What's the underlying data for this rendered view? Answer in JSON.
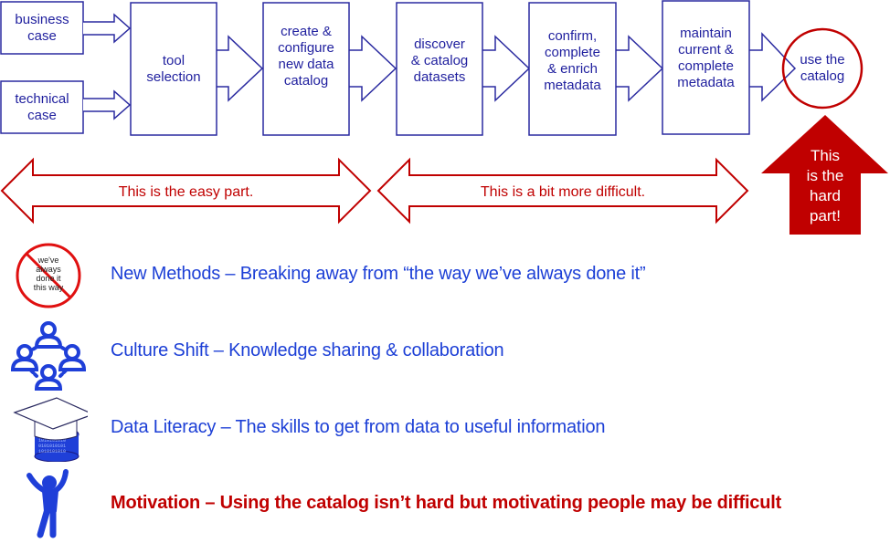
{
  "colors": {
    "process_blue": "#2a2aa0",
    "text_blue": "#1c3fd6",
    "accent_red": "#c00000",
    "icon_blue": "#1f3fd8"
  },
  "process_flow": {
    "inputs": [
      {
        "label": "business\ncase"
      },
      {
        "label": "technical\ncase"
      }
    ],
    "steps": [
      {
        "label": "tool\nselection"
      },
      {
        "label": "create &\nconfigure\nnew data\ncatalog"
      },
      {
        "label": "discover\n& catalog\ndatasets"
      },
      {
        "label": "confirm,\ncomplete\n& enrich\nmetadata"
      },
      {
        "label": "maintain\ncurrent &\ncomplete\nmetadata"
      }
    ],
    "goal": {
      "label": "use the\ncatalog"
    }
  },
  "difficulty": {
    "easy": "This is the easy part.",
    "medium": "This is a bit more difficult.",
    "hard": "This\nis the\nhard\npart!"
  },
  "challenges": [
    {
      "icon": "no-old-way-icon",
      "icon_text": "we've\nalways\ndone it\nthis way",
      "text": "New Methods – Breaking away from  “the way we’ve always done it”"
    },
    {
      "icon": "people-network-icon",
      "text": "Culture Shift – Knowledge sharing & collaboration"
    },
    {
      "icon": "graduation-cap-data-icon",
      "text": "Data Literacy – The skills to get from data to useful information"
    },
    {
      "icon": "cheering-person-icon",
      "text": "Motivation – Using the catalog isn’t hard but motivating people may be difficult"
    }
  ]
}
